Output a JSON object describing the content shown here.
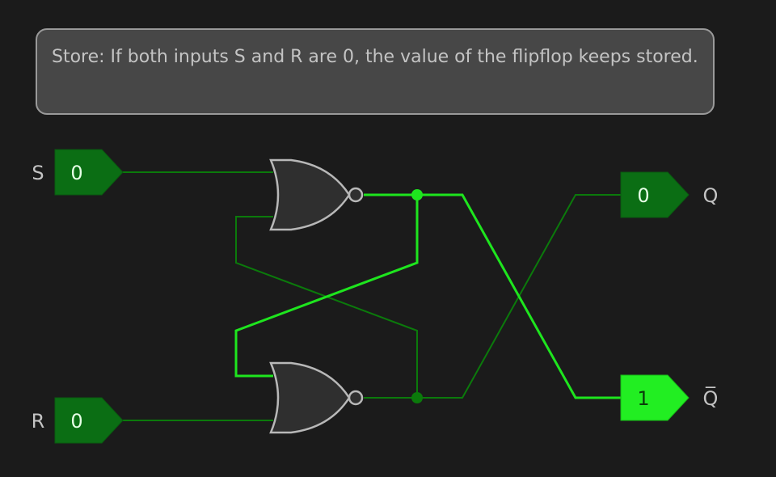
{
  "tooltip": {
    "text": "Store: If both inputs S and R are 0, the value of the flipflop  keeps stored."
  },
  "inputs": {
    "s": {
      "label": "S",
      "value": "0"
    },
    "r": {
      "label": "R",
      "value": "0"
    }
  },
  "outputs": {
    "q": {
      "label": "Q",
      "value": "0"
    },
    "qbar": {
      "label": "Q̅",
      "value": "1"
    }
  },
  "colors": {
    "wire_off": "#0b7a0b",
    "wire_on": "#1ee51e",
    "io_off_fill": "#0b6e14",
    "io_on_fill": "#22ee22",
    "gate_fill": "#2f2f2f",
    "gate_stroke": "#b8b8b8",
    "background": "#1b1b1b"
  }
}
